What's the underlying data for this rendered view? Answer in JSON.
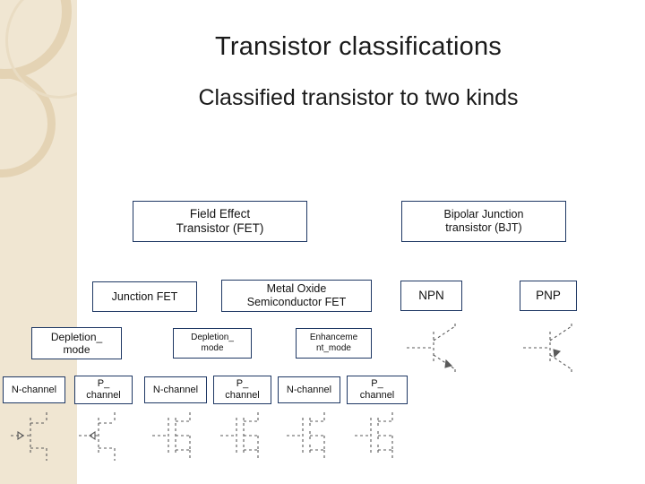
{
  "slide": {
    "title": "Transistor classifications",
    "subtitle": "Classified transistor to two kinds"
  },
  "boxes": {
    "fet": "Field Effect\nTransistor (FET)",
    "bjt": "Bipolar Junction\ntransistor (BJT)",
    "jfet": "Junction FET",
    "mosfet": "Metal Oxide\nSemiconductor FET",
    "npn": "NPN",
    "pnp": "PNP",
    "jfet_depletion": "Depletion_\nmode",
    "mos_depletion": "Depletion_\nmode",
    "mos_enhancement": "Enhanceme\nnt_mode",
    "jfet_n": "N-channel",
    "jfet_p": "P_\nchannel",
    "mosdep_n": "N-channel",
    "mosdep_p": "P_\nchannel",
    "mosenh_n": "N-channel",
    "mosenh_p": "P_\nchannel"
  },
  "colors": {
    "box_border": "#1f3864",
    "box_fill": "#ffffff",
    "band": "#f0e6d2",
    "text": "#111111",
    "connector": "#555555"
  }
}
